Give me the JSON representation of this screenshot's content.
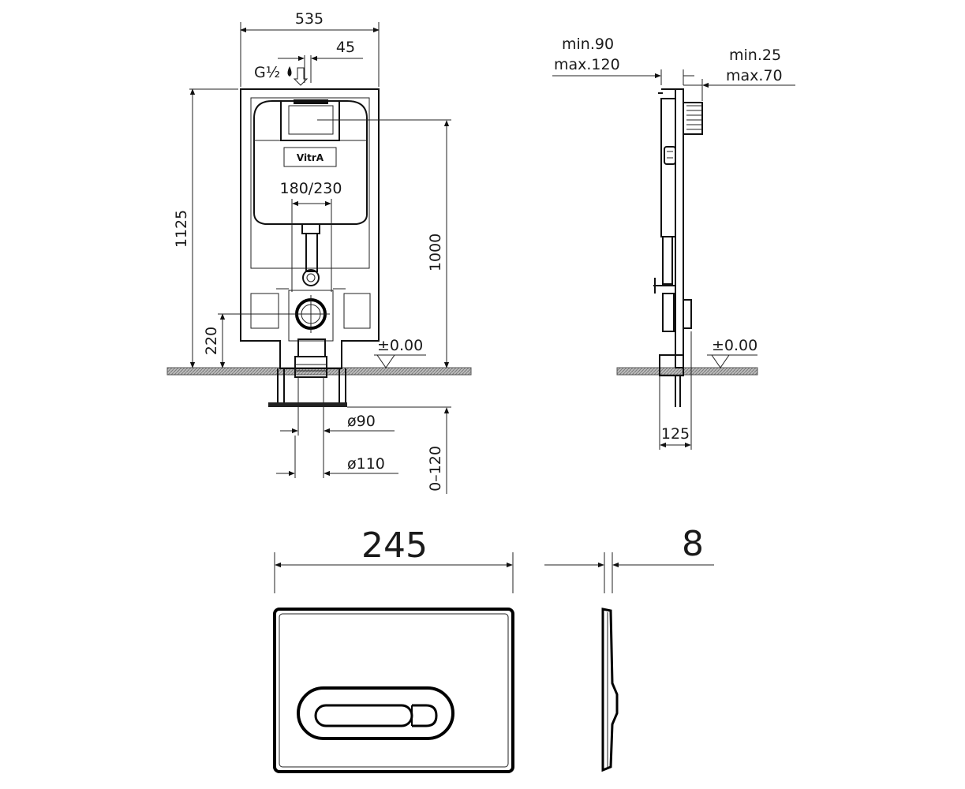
{
  "front_view": {
    "width_label": "535",
    "offset_label": "45",
    "inlet_label": "G½",
    "height_label": "1125",
    "cistern_height_label": "1000",
    "outlet_centres_label": "180/230",
    "drain_height_label": "220",
    "floor_level_label": "±0.00",
    "pipe_small_label": "ø90",
    "pipe_large_label": "ø110",
    "leg_adjust_label": "0–120",
    "brand_label": "VitrA"
  },
  "side_view": {
    "wall_gap_min_label": "min.90",
    "wall_gap_max_label": "max.120",
    "projection_min_label": "min.25",
    "projection_max_label": "max.70",
    "floor_level_label": "±0.00",
    "depth_label": "125"
  },
  "flush_plate": {
    "width_label": "245",
    "thickness_label": "8"
  },
  "colors": {
    "line": "#111111",
    "floor": "#888888",
    "background": "#ffffff"
  }
}
